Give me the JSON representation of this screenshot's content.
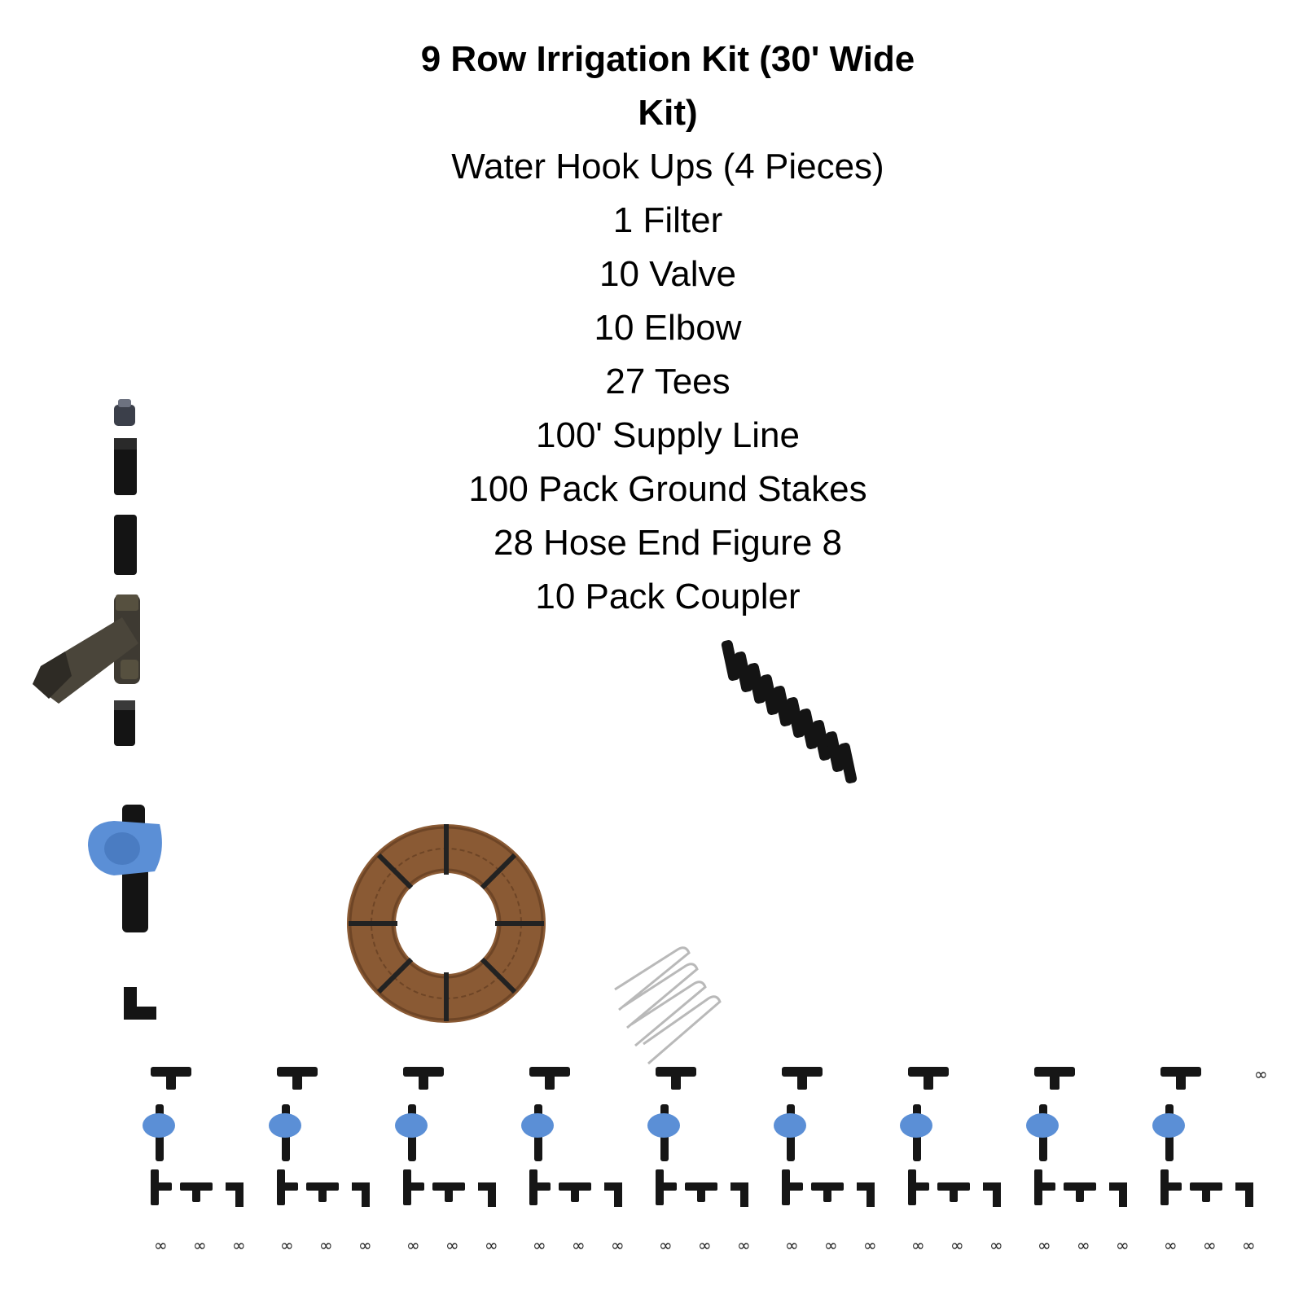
{
  "title": {
    "line1": "9 Row Irrigation Kit  (30' Wide",
    "line2": "Kit)"
  },
  "items": [
    "Water Hook Ups (4 Pieces)",
    "1 Filter",
    "10 Valve",
    "10 Elbow",
    "27 Tees",
    "100' Supply Line",
    "100 Pack Ground Stakes",
    "28 Hose End Figure 8",
    "10 Pack Coupler"
  ],
  "colors": {
    "fitting_black": "#161616",
    "valve_blue": "#5b8fd6",
    "tubing_brown": "#8a5a34",
    "filter_dark": "#3e3a32",
    "stake_gray": "#b9b9b9"
  },
  "row_count": 9
}
